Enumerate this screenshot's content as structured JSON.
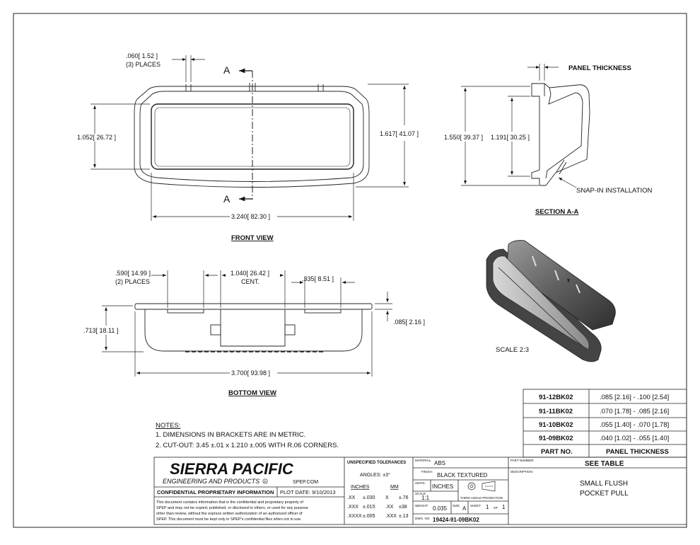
{
  "front_view": {
    "title": "FRONT VIEW",
    "section_marker": "A",
    "dim_slot_width": ".060[ 1.52 ]",
    "dim_slot_places": "(3) PLACES",
    "dim_inner_height": "1.052[ 26.72 ]",
    "dim_outer_height": "1.617[ 41.07 ]",
    "dim_width": "3.240[ 82.30 ]"
  },
  "section_view": {
    "title": "SECTION A-A",
    "panel_thickness": "PANEL THICKNESS",
    "snap_in": "SNAP-IN INSTALLATION",
    "dim_total": "1.550[ 39.37 ]",
    "dim_inner": "1.191[ 30.25 ]"
  },
  "bottom_view": {
    "title": "BOTTOM VIEW",
    "dim_tabs": ".590[ 14.99 ]",
    "dim_tabs_places": "(2) PLACES",
    "dim_center": "1.040[ 26.42 ]",
    "dim_center_note": "CENT.",
    "dim_tab_width": ".335[ 8.51 ]",
    "dim_flange": ".085[ 2.16 ]",
    "dim_depth": ".713[ 18.11 ]",
    "dim_length": "3.700[ 93.98 ]"
  },
  "iso_view": {
    "scale": "SCALE 2:3"
  },
  "part_table": {
    "rows": [
      {
        "part": "91-12BK02",
        "thickness": ".085 [2.16] - .100 [2.54]"
      },
      {
        "part": "91-11BK02",
        "thickness": ".070 [1.78] - .085 [2.16]"
      },
      {
        "part": "91-10BK02",
        "thickness": ".055 [1.40] - .070 [1.78]"
      },
      {
        "part": "91-09BK02",
        "thickness": ".040 [1.02] - .055 [1.40]"
      }
    ],
    "header_part": "PART NO.",
    "header_thickness": "PANEL THICKNESS"
  },
  "notes": {
    "heading": "NOTES:",
    "items": [
      "1.   DIMENSIONS IN BRACKETS ARE IN METRIC.",
      "2.   CUT-OUT: 3.45 ±.01 x 1.210 ±.005 WITH R.06 CORNERS."
    ]
  },
  "title_block": {
    "company": "SIERRA PACIFIC",
    "company_sub": "ENGINEERING AND PRODUCTS",
    "website": "SPEP.COM",
    "confidential": "CONFIDENTIAL PROPRIETARY INFORMATION",
    "plot_date": "PLOT DATE:  9/10/2013",
    "disclaimer": [
      "This document contains information that is the confidential and proprietary property of",
      "SPEP and may not be copied, published, or disclosed to others, or used for any purpose",
      "other than review, without the express written authorization of an authorized officer of",
      "SPEP. This document must be kept only in SPEP's confidential files when not in use."
    ],
    "tolerances_heading": "UNSPECIFIED TOLERANCES",
    "angles": "ANGLES:  ±3°",
    "inches_label": "INCHES",
    "mm_label": "MM",
    "tol_rows": [
      {
        "in_fmt": ".XX",
        "in_val": "±.030",
        "mm_fmt": "X",
        "mm_val": "±.76"
      },
      {
        "in_fmt": ".XXX",
        "in_val": "±.015",
        "mm_fmt": ".XX",
        "mm_val": "±38"
      },
      {
        "in_fmt": ".XXXX",
        "in_val": "±.005",
        "mm_fmt": ".XXX",
        "mm_val": "±.13"
      }
    ],
    "material_label": "MATERIAL:",
    "material": "ABS",
    "finish_label": "FINISH:",
    "finish": "BLACK TEXTURED",
    "units_label": "UNITS:",
    "units": "INCHES",
    "scale_label": "SCALE:",
    "scale": "1:1",
    "projection": "THIRD ANGLE PROJECTION",
    "weight_label": "WEIGHT:",
    "weight": "0.035",
    "size_label": "SIZE",
    "size": "A",
    "sheet_label": "SHEET",
    "sheet": "1",
    "sheet_of": "OF",
    "sheet_total": "1",
    "dwg_label": "DWG. NO.",
    "dwg_no": "19424-91-09BK02",
    "partnumber_label": "PART NUMBER:",
    "partnumber": "SEE TABLE",
    "description_label": "DESCRIPTION:",
    "description_1": "SMALL FLUSH",
    "description_2": "POCKET PULL"
  }
}
